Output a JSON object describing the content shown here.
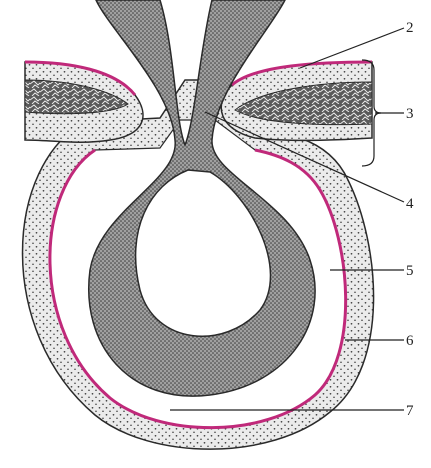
{
  "figure": {
    "labels": [
      "2",
      "3",
      "4",
      "5",
      "6",
      "7"
    ]
  },
  "colors": {
    "background": "#ffffff",
    "outline": "#2a2a2a",
    "stipple_fill": "#ebebeb",
    "stipple_dot": "#3a3a3a",
    "dense_fill": "#9a9a9a",
    "membrane": "#c0297a",
    "leader_line": "#222222"
  }
}
